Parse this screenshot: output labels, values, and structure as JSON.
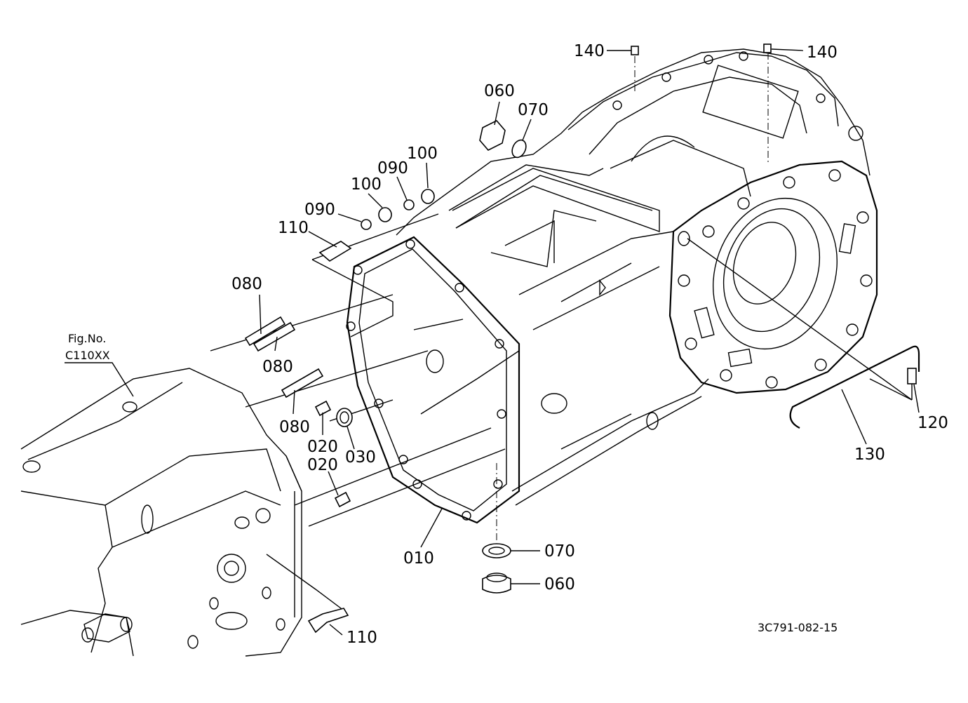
{
  "figure_ref": {
    "line1": "Fig.No.",
    "line2": "C110XX"
  },
  "drawing_code": "3C791-082-15",
  "callouts": [
    {
      "id": "140-left",
      "text": "140"
    },
    {
      "id": "140-right",
      "text": "140"
    },
    {
      "id": "060-top",
      "text": "060"
    },
    {
      "id": "070-top",
      "text": "070"
    },
    {
      "id": "100-right",
      "text": "100"
    },
    {
      "id": "090-right",
      "text": "090"
    },
    {
      "id": "100-left",
      "text": "100"
    },
    {
      "id": "090-left",
      "text": "090"
    },
    {
      "id": "110-top",
      "text": "110"
    },
    {
      "id": "080-a",
      "text": "080"
    },
    {
      "id": "080-b",
      "text": "080"
    },
    {
      "id": "080-c",
      "text": "080"
    },
    {
      "id": "020-a",
      "text": "020"
    },
    {
      "id": "030",
      "text": "030"
    },
    {
      "id": "020-b",
      "text": "020"
    },
    {
      "id": "010",
      "text": "010"
    },
    {
      "id": "070-bottom",
      "text": "070"
    },
    {
      "id": "060-bottom",
      "text": "060"
    },
    {
      "id": "110-bottom",
      "text": "110"
    },
    {
      "id": "120",
      "text": "120"
    },
    {
      "id": "130",
      "text": "130"
    }
  ]
}
